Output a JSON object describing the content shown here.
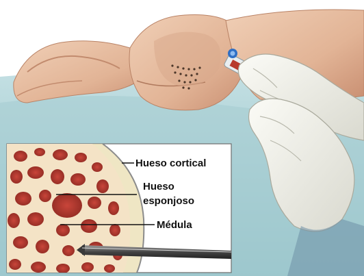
{
  "diagram": {
    "labels": {
      "cortical": "Hueso cortical",
      "spongy_line1": "Hueso",
      "spongy_line2": "esponjoso",
      "marrow": "Médula"
    },
    "colors": {
      "skin": "#e8c3a7",
      "skin_shadow": "#c99479",
      "sheet": "#b9d8dc",
      "glove": "#f1f1ea",
      "bone_marrow": "#b8352a",
      "cortical_bone": "#efe6c4",
      "needle": "#4a4a4a"
    }
  }
}
